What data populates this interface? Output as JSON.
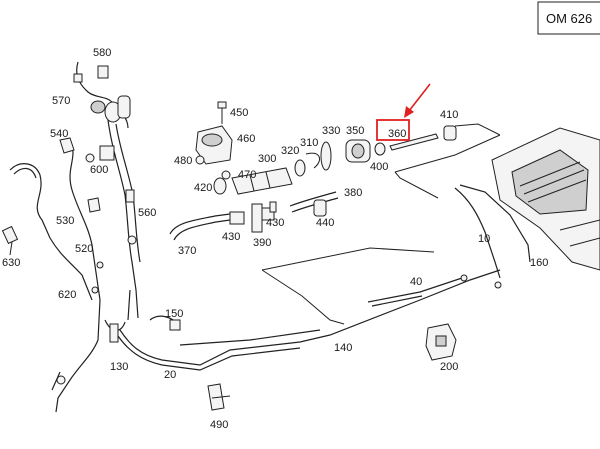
{
  "ref_code": "OM 626",
  "highlight": {
    "label": "360",
    "color": "#e02020"
  },
  "callouts": [
    "580",
    "570",
    "540",
    "600",
    "530",
    "560",
    "520",
    "630",
    "620",
    "450",
    "460",
    "480",
    "470",
    "420",
    "430",
    "390",
    "370",
    "300",
    "310",
    "320",
    "330",
    "350",
    "360",
    "400",
    "410",
    "380",
    "440",
    "150",
    "130",
    "20",
    "140",
    "40",
    "10",
    "160",
    "200",
    "490"
  ]
}
